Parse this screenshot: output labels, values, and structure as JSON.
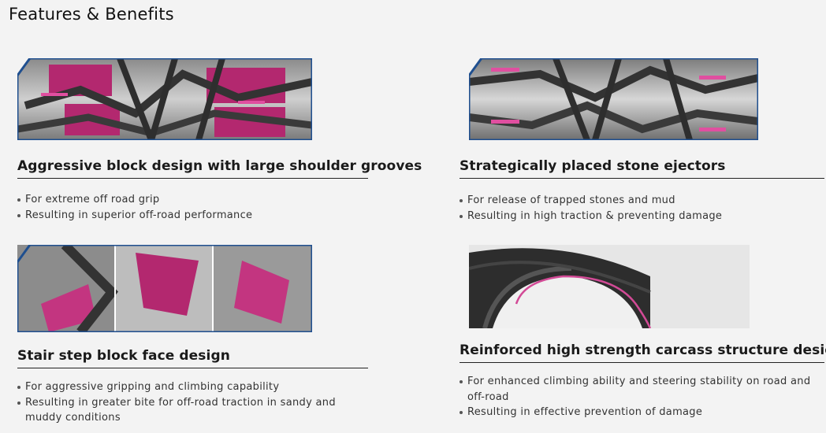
{
  "page": {
    "title": "Features & Benefits"
  },
  "features": [
    {
      "heading": "Aggressive block design with large shoulder grooves",
      "bullets": [
        "For extreme off road grip",
        "Resulting in superior off-road performance"
      ]
    },
    {
      "heading": "Strategically placed stone ejectors",
      "bullets": [
        "For release of trapped stones and mud",
        "Resulting in high traction & preventing damage"
      ]
    },
    {
      "heading": "Stair step block face design",
      "bullets": [
        "For aggressive gripping and climbing capability",
        "Resulting in greater bite for off-road traction in sandy and muddy conditions"
      ]
    },
    {
      "heading": "Reinforced high strength carcass structure design",
      "bullets": [
        "For enhanced climbing ability and steering stability on road and off-road",
        "Resulting in effective prevention of damage"
      ]
    }
  ],
  "colors": {
    "accent_magenta": "#b3286f",
    "frame_blue": "#1f4f8f",
    "tread_gray": "#6e6e6e"
  }
}
